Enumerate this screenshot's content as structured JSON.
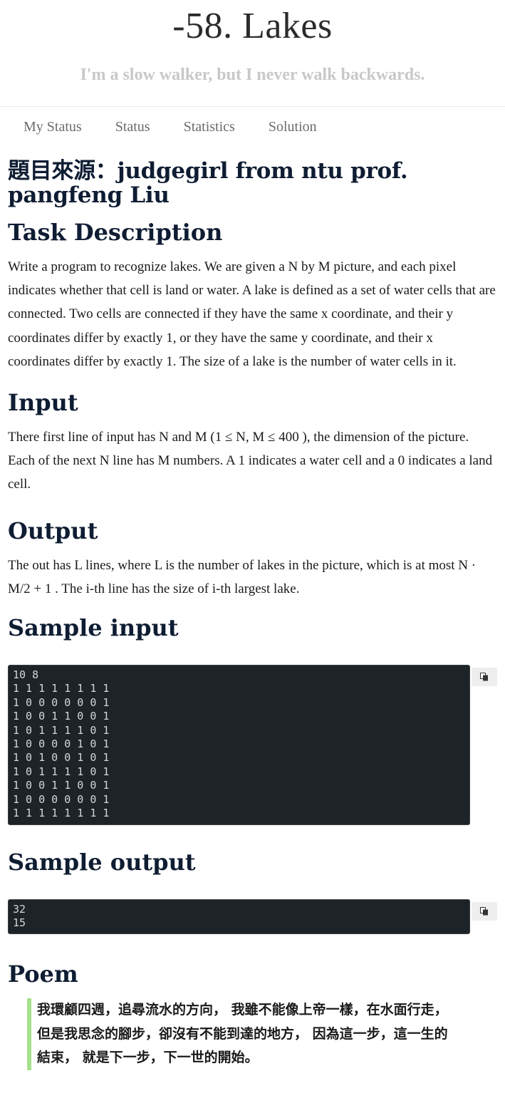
{
  "site": {
    "title": "-58. Lakes",
    "tagline": "I'm a slow walker, but I never walk backwards."
  },
  "nav": {
    "items": [
      "My Status",
      "Status",
      "Statistics",
      "Solution"
    ]
  },
  "problem": {
    "source": "題目來源：judgegirl from ntu prof. pangfeng Liu",
    "task_heading": "Task Description",
    "task_text": "Write a program to recognize lakes. We are given a N  by M  picture, and each pixel indicates whether that cell is land or water. A lake is defined as a set of water cells that are connected. Two cells are connected if they have the same x coordinate, and their y coordinates differ by exactly 1, or they have the same y coordinate, and their x coordinates differ by exactly 1. The size of a lake is the number of water cells in it.",
    "input_heading": "Input",
    "input_text": "There first line of input has N  and M (1 ≤ N, M ≤ 400   ), the dimension of the picture. Each of the next N  line has M  numbers. A 1 indicates a water cell and a 0 indicates a land cell.",
    "output_heading": "Output",
    "output_text": "The out has L  lines, where L  is the number of lakes in the picture, which is at most N · M/2 + 1   . The i-th line has the size of i-th largest lake.",
    "sample_input_heading": "Sample input",
    "sample_input": "10 8\n1 1 1 1 1 1 1 1\n1 0 0 0 0 0 0 1\n1 0 0 1 1 0 0 1\n1 0 1 1 1 1 0 1\n1 0 0 0 0 1 0 1\n1 0 1 0 0 1 0 1\n1 0 1 1 1 1 0 1\n1 0 0 1 1 0 0 1\n1 0 0 0 0 0 0 1\n1 1 1 1 1 1 1 1",
    "sample_output_heading": "Sample output",
    "sample_output": "32\n15",
    "poem_heading": "Poem",
    "poem_lines": [
      "我環顧四週，追尋流水的方向， 我雖不能像上帝一樣，在水面行走，",
      "但是我思念的腳步，卻沒有不能到達的地方， 因為這一步，這一生的",
      "結束， 就是下一步，下一世的開始。"
    ]
  },
  "icons": {
    "copy": "copy-icon"
  },
  "colors": {
    "code_bg": "#1d2327",
    "poem_border": "#a6e08a",
    "heading": "#0f1d33"
  }
}
